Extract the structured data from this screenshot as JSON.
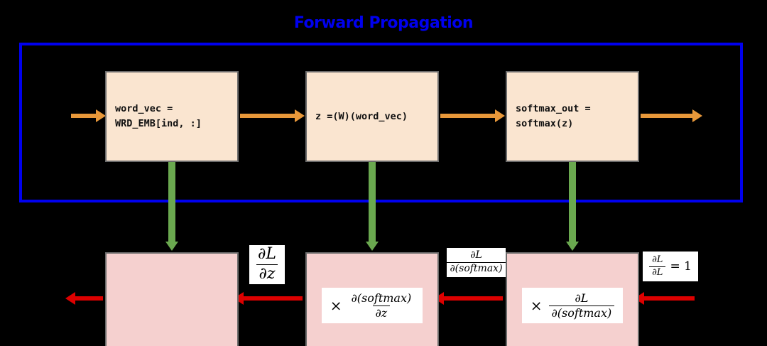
{
  "diagram": {
    "title": "Forward Propagation",
    "title_color": "#0000ee",
    "frame_color": "#0000ee",
    "forward_arrow_color": "#e8983a",
    "backward_arrow_color": "#dd0000",
    "connector_color": "#6aa84f",
    "forward_box_color": "#fae5d0",
    "backward_box_color": "#f5d0cf"
  },
  "forward_nodes": [
    {
      "line1": "word_vec =",
      "line2": "WRD_EMB[ind, :]"
    },
    {
      "line1": "z =(W)(word_vec)",
      "line2": ""
    },
    {
      "line1": "softmax_out =",
      "line2": "softmax(z)"
    }
  ],
  "backward_nodes": [
    {
      "times": "",
      "num": "",
      "den": ""
    },
    {
      "times": "×",
      "num": "∂(softmax)",
      "den": "∂z"
    },
    {
      "times": "×",
      "num": "∂L",
      "den": "∂(softmax)"
    }
  ],
  "edge_labels": {
    "dl_dz": {
      "num": "∂L",
      "den": "∂z"
    },
    "dl_dsoftmax": {
      "num": "∂L",
      "den": "∂(softmax)"
    },
    "dl_dl": {
      "num": "∂L",
      "den": "∂L",
      "equals": "= 1"
    }
  }
}
